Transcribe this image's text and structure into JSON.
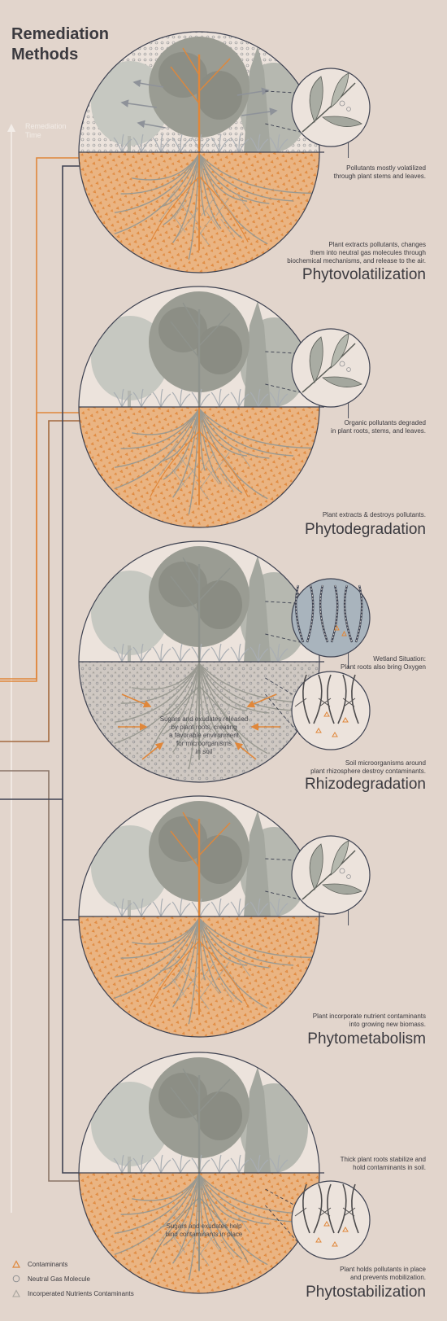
{
  "title": "Remediation\nMethods",
  "axis_label": "Remediation\nTime",
  "colors": {
    "background": "#e2d5cc",
    "sky": "#ece3dc",
    "soil": "#eab482",
    "contaminant": "#e0873a",
    "line_orange": "#e0873a",
    "line_brown": "#a36a3e",
    "line_taupe": "#8a7566",
    "line_dark": "#3e4251",
    "tree_gray": "#9a9c93",
    "tree_light": "#c6c8c1",
    "gas_molecule": "#8e8f92"
  },
  "sections": [
    {
      "id": "phytovolatilization",
      "heading": "Phytovolatilization",
      "description": "Plant extracts pollutants, changes\nthem into neutral gas molecules through\nbiochemical mechanisms, and release to the air.",
      "callouts": [
        {
          "id": "leaf",
          "icon": "leaf-icon",
          "text": "Pollutants mostly volatilized\nthrough plant stems and leaves."
        }
      ]
    },
    {
      "id": "phytodegradation",
      "heading": "Phytodegradation",
      "description": "Plant extracts & destroys pollutants.",
      "callouts": [
        {
          "id": "leaf",
          "icon": "leaf-icon",
          "text": "Organic pollutants degraded\nin plant roots, stems, and leaves."
        }
      ]
    },
    {
      "id": "rhizodegradation",
      "heading": "Rhizodegradation",
      "description": "Soil microorganisms around\nplant rhizosphere destroy contaminants.",
      "soil_text": "Sugars and exudates released\nby plant roots, creating\na favorable environment\nfor microorganisms\nin soil",
      "callouts": [
        {
          "id": "wetland",
          "icon": "wetland-roots-icon",
          "text": "Wetland Situation:\nPlant roots also bring Oxygen"
        },
        {
          "id": "roots",
          "icon": "roots-magnify-icon",
          "text": ""
        }
      ]
    },
    {
      "id": "phytometabolism",
      "heading": "Phytometabolism",
      "description": "Plant incorporate nutrient contaminants\ninto growing new biomass.",
      "callouts": [
        {
          "id": "leaf",
          "icon": "leaf-icon",
          "text": ""
        }
      ]
    },
    {
      "id": "phytostabilization",
      "heading": "Phytostabilization",
      "description": "Plant holds pollutants in place\nand prevents mobilization.",
      "soil_text": "Sugars and exudates help\nbind contaminants in place",
      "callouts": [
        {
          "id": "roots-top",
          "icon": "",
          "text": "Thick plant roots stabilize and\nhold contaminants in soil."
        },
        {
          "id": "roots",
          "icon": "roots-magnify-icon",
          "text": ""
        }
      ]
    }
  ],
  "legend": [
    {
      "label": "Contaminants",
      "icon": "contaminant-triangle-icon"
    },
    {
      "label": "Neutral Gas Molecule",
      "icon": "gas-molecule-circle-icon"
    },
    {
      "label": "Incorperated Nutrients Contaminants",
      "icon": "nutrient-triangle-icon"
    }
  ]
}
